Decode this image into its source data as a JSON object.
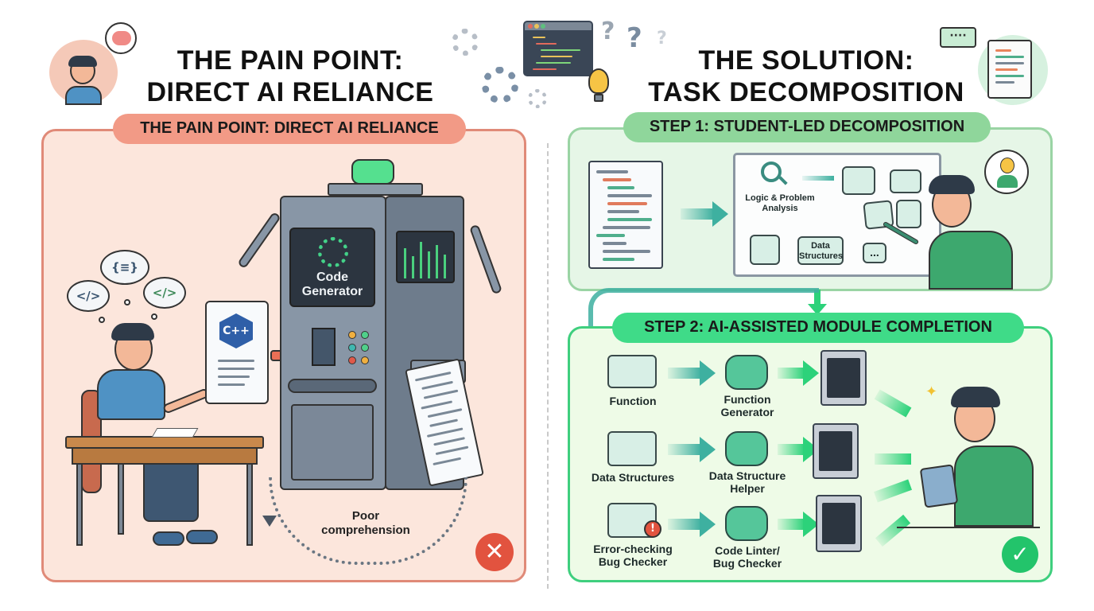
{
  "header": {
    "left_title_line1": "THE PAIN POINT:",
    "left_title_line2": "DIRECT AI RELIANCE",
    "right_title_line1": "THE SOLUTION:",
    "right_title_line2": "TASK DECOMPOSITION"
  },
  "left_panel": {
    "banner": "THE PAIN POINT: DIRECT AI RELIANCE",
    "machine_label_line1": "Code",
    "machine_label_line2": "Generator",
    "thought_bubbles": [
      "</>",
      "{≡}",
      "</>"
    ],
    "scroll_logo": "C++",
    "feedback_line1": "Poor",
    "feedback_line2": "comprehension",
    "status_icon": "✕"
  },
  "step1": {
    "banner": "STEP 1: STUDENT-LED DECOMPOSITION",
    "whiteboard": {
      "analysis_line1": "Logic & Problem",
      "analysis_line2": "Analysis",
      "data_line1": "Data",
      "data_line2": "Structures",
      "more": "..."
    }
  },
  "step2": {
    "banner": "STEP 2: AI-ASSISTED MODULE COMPLETION",
    "rows": [
      {
        "module_line1": "Function",
        "module_line2": "",
        "helper_line1": "Function",
        "helper_line2": "Generator"
      },
      {
        "module_line1": "Data Structures",
        "module_line2": "",
        "helper_line1": "Data Structure",
        "helper_line2": "Helper"
      },
      {
        "module_line1": "Error-checking",
        "module_line2": "Bug Checker",
        "helper_line1": "Code Linter/",
        "helper_line2": "Bug Checker"
      }
    ],
    "status_icon": "✓"
  },
  "colors": {
    "pain_panel_bg": "#fce6dc",
    "pain_border": "#e08a78",
    "pain_banner": "#f29a86",
    "step1_banner": "#8fd69b",
    "step2_banner": "#3fdb88",
    "error_red": "#e2533f",
    "success_green": "#23c46b"
  }
}
